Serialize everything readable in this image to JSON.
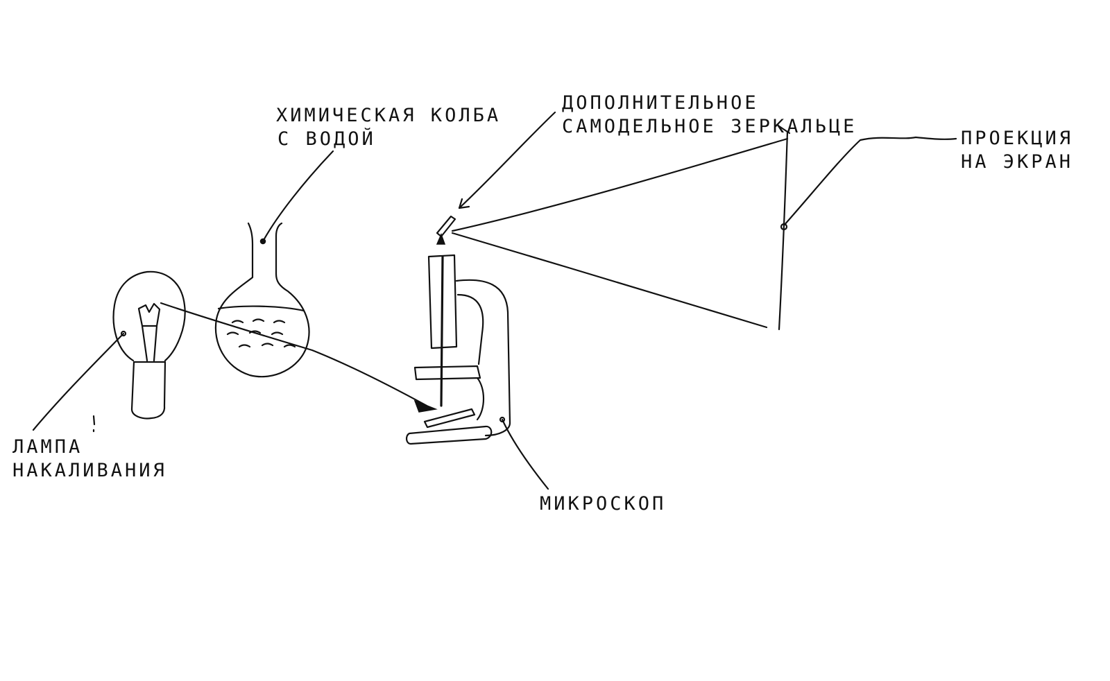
{
  "labels": {
    "flask": {
      "line1": "ХИМИЧЕСКАЯ КОЛБА",
      "line2": "С ВОДОЙ"
    },
    "mirror": {
      "line1": "ДОПОЛНИТЕЛЬНОЕ",
      "line2": "САМОДЕЛЬНОЕ ЗЕРКАЛЬЦЕ"
    },
    "projection": {
      "line1": "ПРОЕКЦИЯ",
      "line2": "НА ЭКРАН"
    },
    "lamp": {
      "line1": "ЛАМПА",
      "line2": "НАКАЛИВАНИЯ"
    },
    "microscope": {
      "line1": "МИКРОСКОП"
    }
  },
  "colors": {
    "ink": "#111111",
    "paper": "#ffffff"
  }
}
